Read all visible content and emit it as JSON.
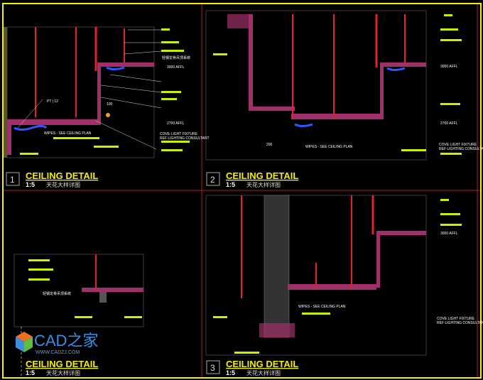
{
  "details": [
    {
      "number": "1",
      "title": "CEILING DETAIL",
      "scale": "1:5",
      "subtitle_cn": "天花大样详图"
    },
    {
      "number": "2",
      "title": "CEILING DETAIL",
      "scale": "1:5",
      "subtitle_cn": "天花大样详图"
    },
    {
      "number": "3",
      "title": "CEILING DETAIL",
      "scale": "1:5",
      "subtitle_cn": "天花大样详图"
    },
    {
      "number": "",
      "title": "CEILING DETAIL",
      "scale": "1:5",
      "subtitle_cn": "天花大样详图"
    }
  ],
  "annotations": {
    "level_high": "3000 AFFL",
    "level_low": "2700 AFFL",
    "cove_light_1": "COVE LIGHT FIXTURE",
    "cove_light_2": "REF LIGHTING CONSULTANT",
    "wipes": "WIPES - SEE CEILING PLAN",
    "cn_note": "轻钢龙骨吊顶系统",
    "dim_100": "100",
    "dim_200": "200",
    "tag": "PT | 12"
  },
  "watermark": {
    "brand": "CAD之家",
    "url": "WWW.CADZJ.COM"
  },
  "colors": {
    "frame": "#f5f000",
    "divider": "#c0142a",
    "wall": "#e8202a",
    "ceiling": "#a0306a",
    "leader": "#ffffff",
    "label": "#c8f000"
  }
}
